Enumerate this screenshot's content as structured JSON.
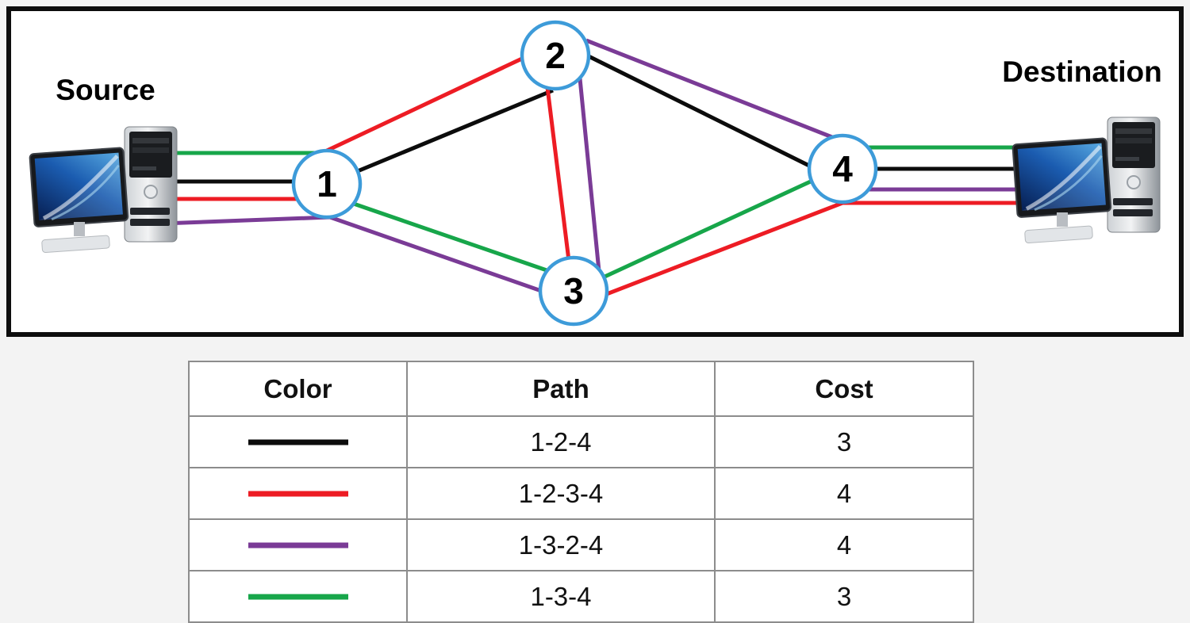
{
  "colors": {
    "black": "#0c0c0c",
    "red": "#ed1c24",
    "green": "#17a64a",
    "purple": "#7a3b96",
    "node_border": "#3d9bd9",
    "frame": "#0d0d0d",
    "table_border": "#8c8c8c"
  },
  "network": {
    "source_label": "Source",
    "destination_label": "Destination",
    "nodes": [
      "1",
      "2",
      "3",
      "4"
    ],
    "edges": [
      "1-2",
      "1-3",
      "2-3",
      "2-4",
      "3-4"
    ]
  },
  "table": {
    "headers": [
      "Color",
      "Path",
      "Cost"
    ],
    "rows": [
      {
        "color_name": "black",
        "color_hex": "#0c0c0c",
        "path": "1-2-4",
        "cost": "3"
      },
      {
        "color_name": "red",
        "color_hex": "#ed1c24",
        "path": "1-2-3-4",
        "cost": "4"
      },
      {
        "color_name": "purple",
        "color_hex": "#7a3b96",
        "path": "1-3-2-4",
        "cost": "4"
      },
      {
        "color_name": "green",
        "color_hex": "#17a64a",
        "path": "1-3-4",
        "cost": "3"
      }
    ]
  }
}
